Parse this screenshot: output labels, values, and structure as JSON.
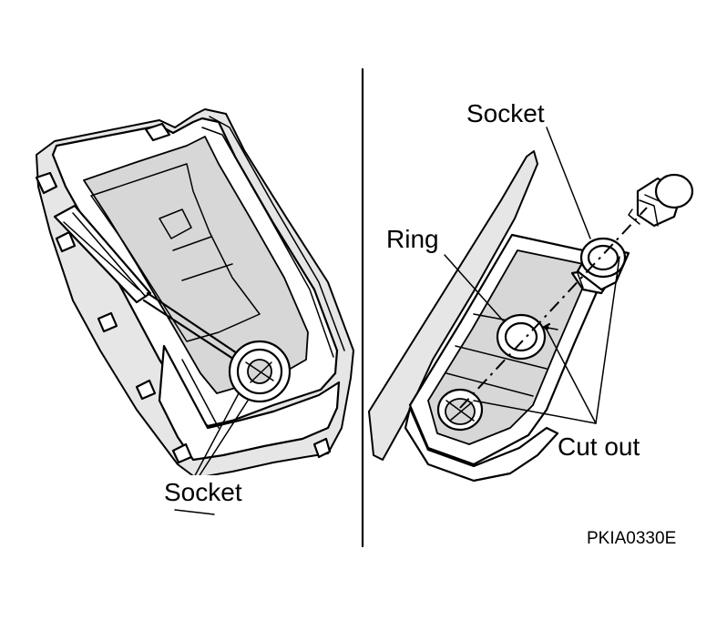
{
  "labels": {
    "left_socket": "Socket",
    "right_socket": "Socket",
    "ring": "Ring",
    "cut_out": "Cut out",
    "figure_code": "PKIA0330E"
  }
}
